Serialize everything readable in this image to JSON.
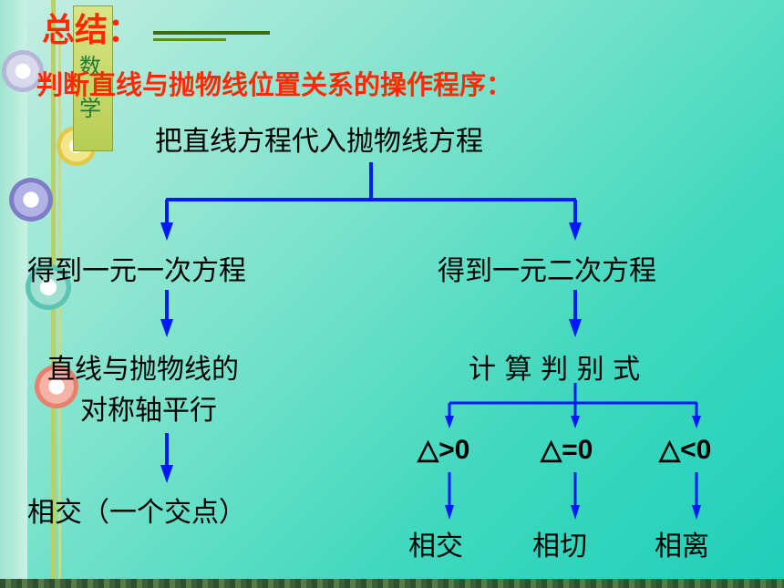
{
  "title": "总结：",
  "subtitle": "判断直线与抛物线位置关系的操作程序：",
  "book_chars": [
    "数",
    "学"
  ],
  "flow": {
    "root": "把直线方程代入抛物线方程",
    "left_branch": {
      "step1": "得到一元一次方程",
      "step2_line1": "直线与抛物线的",
      "step2_line2": "对称轴平行",
      "result": "相交（一个交点）"
    },
    "right_branch": {
      "step1": "得到一元二次方程",
      "step2": "计 算 判 别 式",
      "cases": [
        {
          "condition": "△>0",
          "result": "相交"
        },
        {
          "condition": "△=0",
          "result": "相切"
        },
        {
          "condition": "△<0",
          "result": "相离"
        }
      ]
    }
  },
  "colors": {
    "arrow": "#0019ff",
    "title": "#ff2a00"
  }
}
